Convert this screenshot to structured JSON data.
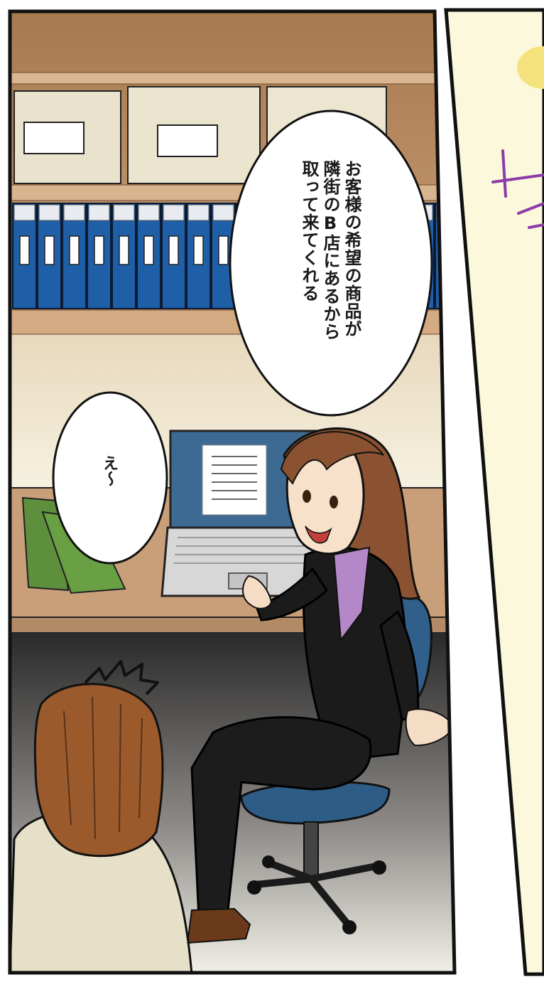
{
  "speech": {
    "main_lines": [
      "お客様の希望の商品が",
      "隣街のB店にあるから",
      "取って来てくれる"
    ],
    "side_line": "え～"
  },
  "colors": {
    "wall": "#c49a78",
    "shelf": "#d8b48f",
    "binder": "#1f5fa8",
    "desk": "#caa07c",
    "blouse": "#b488c8",
    "suit": "#1b1b1b",
    "hair": "#8a5230",
    "panel_bg": "#fbf8dc",
    "purple_stroke": "#8b3ca8",
    "yellow_dot": "#f4e27c"
  }
}
